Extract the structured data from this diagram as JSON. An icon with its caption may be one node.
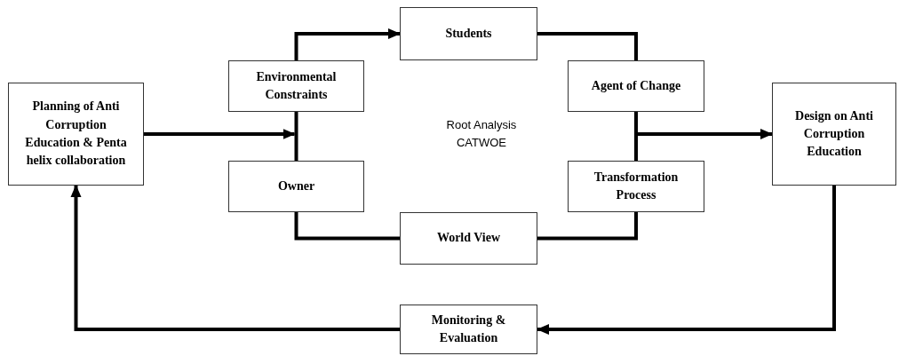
{
  "diagram": {
    "nodes": [
      {
        "text": [
          "Planning of Anti Corruption Education & Penta helix collaboration"
        ]
      },
      {
        "text": [
          "Environmental Constraints"
        ]
      },
      {
        "text": [
          "Owner"
        ]
      },
      {
        "text": [
          "Students"
        ]
      },
      {
        "text": [
          "Agent of Change"
        ]
      },
      {
        "text": [
          "Transformation Process"
        ]
      },
      {
        "text": [
          "World View"
        ]
      },
      {
        "text": [
          "Design on Anti Corruption Education"
        ]
      },
      {
        "text": [
          "Monitoring & Evaluation"
        ]
      }
    ],
    "edges": [
      {
        "from": 1,
        "to": 3,
        "arrow": "to"
      },
      {
        "from": 3,
        "to": 4,
        "arrow": "none"
      },
      {
        "from": 4,
        "to": 5,
        "arrow": "none"
      },
      {
        "from": 5,
        "to": 6,
        "arrow": "none"
      },
      {
        "from": 6,
        "to": 2,
        "arrow": "none"
      },
      {
        "from": 2,
        "to": 1,
        "arrow": "none"
      },
      {
        "from": 0,
        "to": 1,
        "arrow": "to"
      },
      {
        "from": 4,
        "to": 7,
        "arrow": "to"
      },
      {
        "from": 7,
        "to": 8,
        "arrow": "to"
      },
      {
        "from": 8,
        "to": 0,
        "arrow": "to"
      }
    ],
    "labels": [
      "Root Analysis CATWOE"
    ]
  }
}
